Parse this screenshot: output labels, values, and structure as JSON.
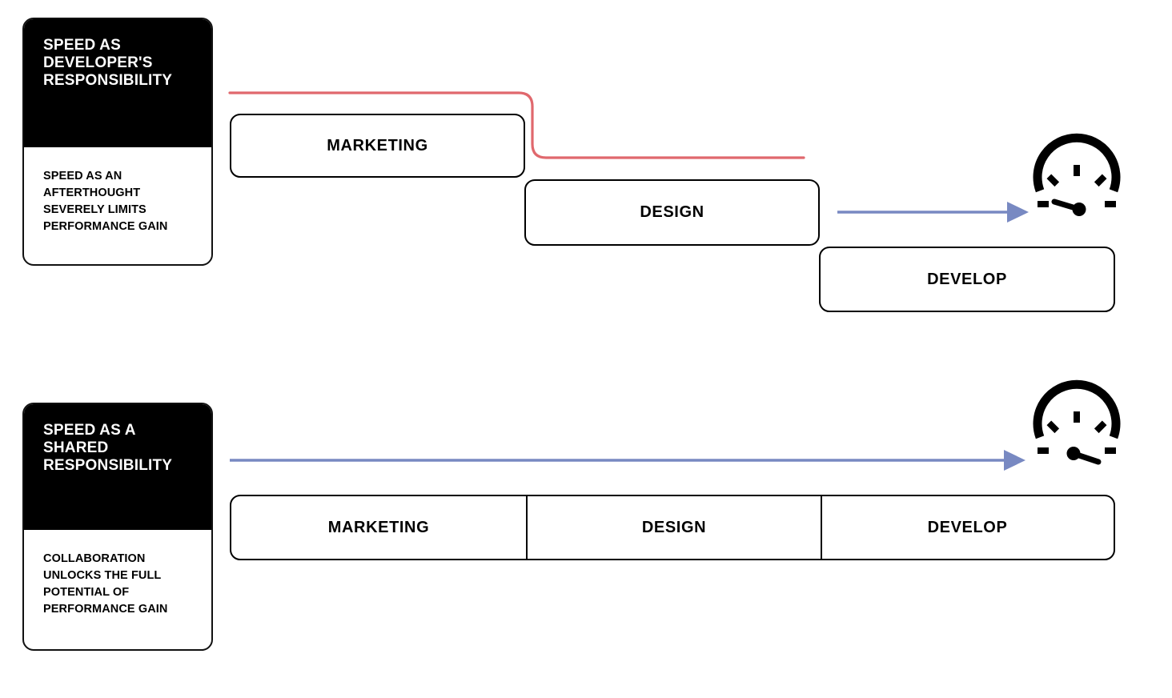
{
  "diagram": {
    "title": "Speed as developer's responsibility versus speed as a shared responsibility",
    "colors": {
      "accent_red": "#E0686D",
      "accent_blue": "#7889C2",
      "ink": "#000000",
      "surface": "#FFFFFF"
    }
  },
  "rows": [
    {
      "id": "developer-responsibility",
      "card": {
        "heading": "SPEED AS DEVELOPER'S RESPONSIBILITY",
        "caption": "SPEED AS AN AFTERTHOUGHT SEVERELY LIMITS PERFORMANCE GAIN"
      },
      "stages": [
        {
          "label": "MARKETING"
        },
        {
          "label": "DESIGN"
        },
        {
          "label": "DEVELOP"
        }
      ],
      "gauge": {
        "name": "speedometer-low-icon",
        "needle": "low"
      },
      "connector_red": {
        "name": "red-step-down-line"
      },
      "connector_blue": {
        "name": "blue-arrow-short"
      }
    },
    {
      "id": "shared-responsibility",
      "card": {
        "heading": "SPEED AS A SHARED RESPONSIBILITY",
        "caption": "COLLABORATION UNLOCKS THE FULL POTENTIAL OF PERFORMANCE GAIN"
      },
      "stages": [
        {
          "label": "MARKETING"
        },
        {
          "label": "DESIGN"
        },
        {
          "label": "DEVELOP"
        }
      ],
      "gauge": {
        "name": "speedometer-high-icon",
        "needle": "high"
      },
      "connector_blue": {
        "name": "blue-arrow-long"
      }
    }
  ]
}
